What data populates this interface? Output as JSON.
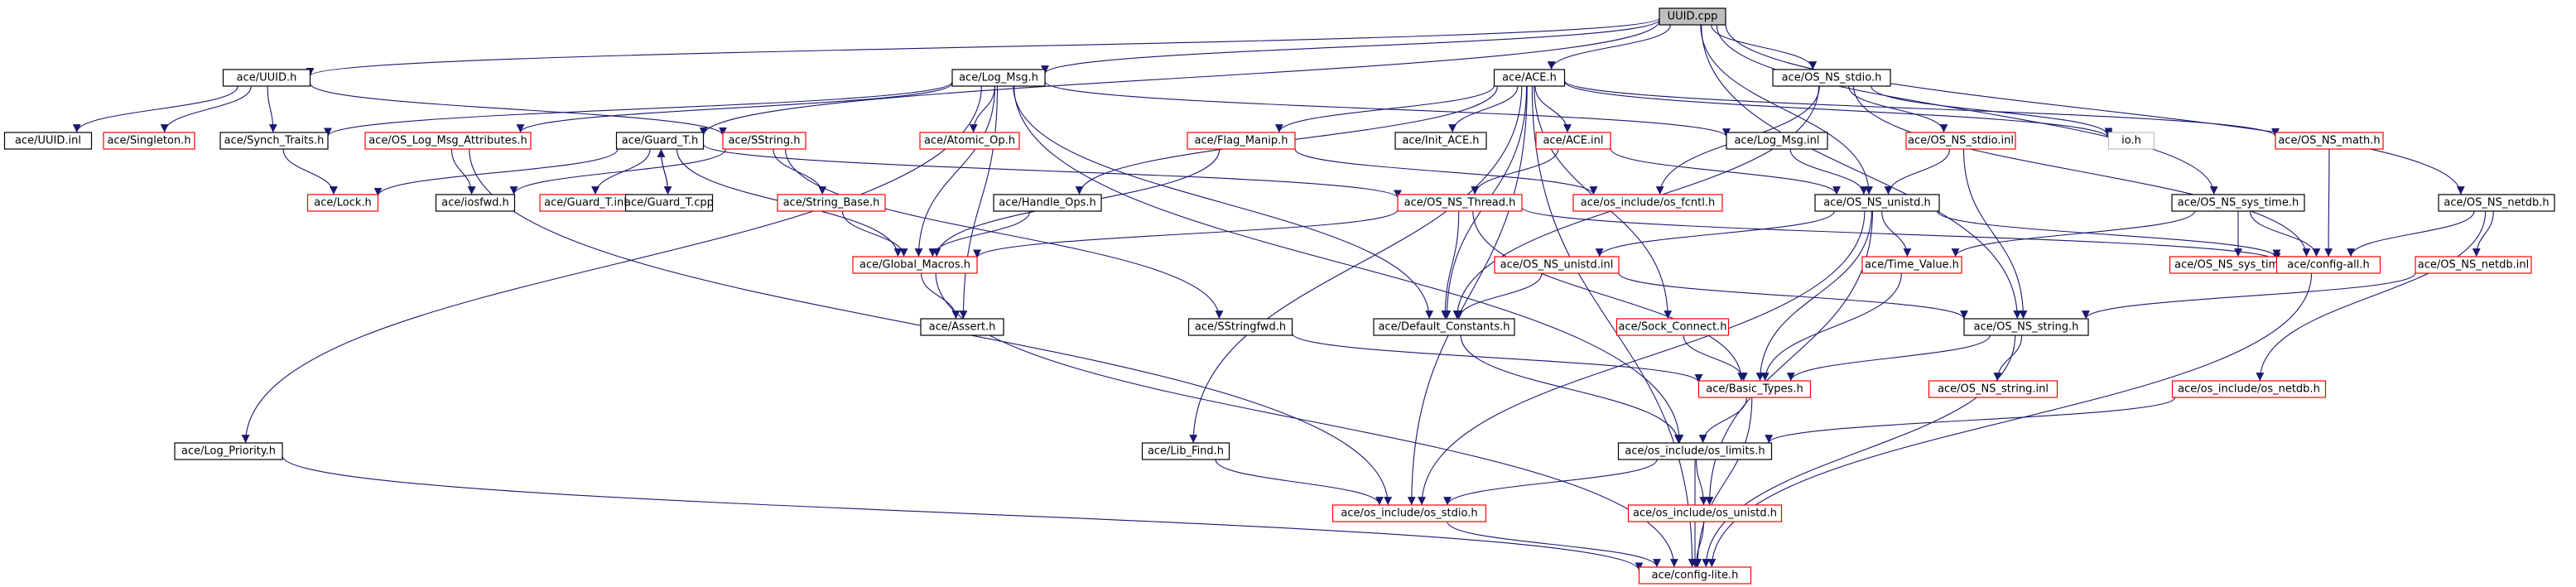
{
  "colors": {
    "edge": "#191970",
    "documented_border": "#000000",
    "undocumented_border": "#ff0000",
    "root_fill": "#bfbfbf"
  },
  "nodes": [
    {
      "id": "uuid_cpp",
      "label": "UUID.cpp",
      "style": "root"
    },
    {
      "id": "uuid_h",
      "label": "ace/UUID.h",
      "style": "doc"
    },
    {
      "id": "uuid_inl",
      "label": "ace/UUID.inl",
      "style": "doc"
    },
    {
      "id": "singleton_h",
      "label": "ace/Singleton.h",
      "style": "undoc"
    },
    {
      "id": "synch_traits_h",
      "label": "ace/Synch_Traits.h",
      "style": "doc"
    },
    {
      "id": "log_msg_h",
      "label": "ace/Log_Msg.h",
      "style": "doc"
    },
    {
      "id": "log_priority_h",
      "label": "ace/Log_Priority.h",
      "style": "doc"
    },
    {
      "id": "os_log_msg_attr_h",
      "label": "ace/OS_Log_Msg_Attributes.h",
      "style": "undoc"
    },
    {
      "id": "guard_t_h",
      "label": "ace/Guard_T.h",
      "style": "doc"
    },
    {
      "id": "sstring_h",
      "label": "ace/SString.h",
      "style": "undoc"
    },
    {
      "id": "atomic_op_h",
      "label": "ace/Atomic_Op.h",
      "style": "undoc"
    },
    {
      "id": "ace_h",
      "label": "ace/ACE.h",
      "style": "doc"
    },
    {
      "id": "init_ace_h",
      "label": "ace/Init_ACE.h",
      "style": "doc"
    },
    {
      "id": "ace_inl",
      "label": "ace/ACE.inl",
      "style": "undoc"
    },
    {
      "id": "flag_manip_h",
      "label": "ace/Flag_Manip.h",
      "style": "undoc"
    },
    {
      "id": "log_msg_inl",
      "label": "ace/Log_Msg.inl",
      "style": "doc"
    },
    {
      "id": "os_ns_stdio_h",
      "label": "ace/OS_NS_stdio.h",
      "style": "doc"
    },
    {
      "id": "os_ns_stdio_inl",
      "label": "ace/OS_NS_stdio.inl",
      "style": "undoc"
    },
    {
      "id": "io_h",
      "label": "io.h",
      "style": "gray"
    },
    {
      "id": "os_ns_math_h",
      "label": "ace/OS_NS_math.h",
      "style": "undoc"
    },
    {
      "id": "os_ns_sys_time_h",
      "label": "ace/OS_NS_sys_time.h",
      "style": "doc"
    },
    {
      "id": "os_ns_netdb_h",
      "label": "ace/OS_NS_netdb.h",
      "style": "doc"
    },
    {
      "id": "lock_h",
      "label": "ace/Lock.h",
      "style": "undoc"
    },
    {
      "id": "iosfwd_h",
      "label": "ace/iosfwd.h",
      "style": "doc"
    },
    {
      "id": "guard_t_inl",
      "label": "ace/Guard_T.inl",
      "style": "undoc"
    },
    {
      "id": "guard_t_cpp",
      "label": "ace/Guard_T.cpp",
      "style": "doc"
    },
    {
      "id": "string_base_h",
      "label": "ace/String_Base.h",
      "style": "undoc"
    },
    {
      "id": "handle_ops_h",
      "label": "ace/Handle_Ops.h",
      "style": "doc"
    },
    {
      "id": "os_ns_thread_h",
      "label": "ace/OS_NS_Thread.h",
      "style": "undoc"
    },
    {
      "id": "os_include_fcntl_h",
      "label": "ace/os_include/os_fcntl.h",
      "style": "undoc"
    },
    {
      "id": "os_ns_unistd_h",
      "label": "ace/OS_NS_unistd.h",
      "style": "doc"
    },
    {
      "id": "os_ns_sys_time_inl",
      "label": "ace/OS_NS_sys_time.inl",
      "style": "undoc"
    },
    {
      "id": "config_all_h",
      "label": "ace/config-all.h",
      "style": "undoc"
    },
    {
      "id": "os_ns_netdb_inl",
      "label": "ace/OS_NS_netdb.inl",
      "style": "undoc"
    },
    {
      "id": "global_macros_h",
      "label": "ace/Global_Macros.h",
      "style": "undoc"
    },
    {
      "id": "os_ns_unistd_inl",
      "label": "ace/OS_NS_unistd.inl",
      "style": "undoc"
    },
    {
      "id": "time_value_h",
      "label": "ace/Time_Value.h",
      "style": "undoc"
    },
    {
      "id": "assert_h",
      "label": "ace/Assert.h",
      "style": "doc"
    },
    {
      "id": "sstringfwd_h",
      "label": "ace/SStringfwd.h",
      "style": "doc"
    },
    {
      "id": "default_constants_h",
      "label": "ace/Default_Constants.h",
      "style": "doc"
    },
    {
      "id": "sock_connect_h",
      "label": "ace/Sock_Connect.h",
      "style": "undoc"
    },
    {
      "id": "os_ns_string_h",
      "label": "ace/OS_NS_string.h",
      "style": "doc"
    },
    {
      "id": "basic_types_h",
      "label": "ace/Basic_Types.h",
      "style": "undoc"
    },
    {
      "id": "os_ns_string_inl",
      "label": "ace/OS_NS_string.inl",
      "style": "undoc"
    },
    {
      "id": "os_include_netdb_h",
      "label": "ace/os_include/os_netdb.h",
      "style": "undoc"
    },
    {
      "id": "lib_find_h",
      "label": "ace/Lib_Find.h",
      "style": "doc"
    },
    {
      "id": "os_include_limits_h",
      "label": "ace/os_include/os_limits.h",
      "style": "doc"
    },
    {
      "id": "os_include_stdio_h",
      "label": "ace/os_include/os_stdio.h",
      "style": "undoc"
    },
    {
      "id": "os_include_unistd_h",
      "label": "ace/os_include/os_unistd.h",
      "style": "undoc"
    },
    {
      "id": "config_lite_h",
      "label": "ace/config-lite.h",
      "style": "undoc"
    }
  ],
  "edges": [
    [
      "uuid_cpp",
      "uuid_h"
    ],
    [
      "uuid_cpp",
      "log_msg_h"
    ],
    [
      "uuid_cpp",
      "guard_t_h"
    ],
    [
      "uuid_cpp",
      "ace_h"
    ],
    [
      "uuid_cpp",
      "os_ns_stdio_h"
    ],
    [
      "uuid_cpp",
      "os_ns_sys_time_h"
    ],
    [
      "uuid_cpp",
      "os_ns_netdb_h"
    ],
    [
      "uuid_cpp",
      "os_ns_string_h"
    ],
    [
      "uuid_cpp",
      "os_ns_unistd_h"
    ],
    [
      "uuid_h",
      "uuid_inl"
    ],
    [
      "uuid_h",
      "singleton_h"
    ],
    [
      "uuid_h",
      "synch_traits_h"
    ],
    [
      "uuid_h",
      "sstring_h"
    ],
    [
      "log_msg_h",
      "log_priority_h"
    ],
    [
      "log_msg_h",
      "os_log_msg_attr_h"
    ],
    [
      "log_msg_h",
      "synch_traits_h"
    ],
    [
      "log_msg_h",
      "atomic_op_h"
    ],
    [
      "log_msg_h",
      "global_macros_h"
    ],
    [
      "log_msg_h",
      "assert_h"
    ],
    [
      "log_msg_h",
      "default_constants_h"
    ],
    [
      "log_msg_h",
      "log_msg_inl"
    ],
    [
      "log_msg_h",
      "os_include_limits_h"
    ],
    [
      "os_log_msg_attr_h",
      "iosfwd_h"
    ],
    [
      "os_log_msg_attr_h",
      "os_include_stdio_h"
    ],
    [
      "synch_traits_h",
      "lock_h"
    ],
    [
      "guard_t_h",
      "lock_h"
    ],
    [
      "guard_t_h",
      "guard_t_inl"
    ],
    [
      "guard_t_h",
      "guard_t_cpp"
    ],
    [
      "guard_t_h",
      "global_macros_h"
    ],
    [
      "guard_t_h",
      "os_ns_thread_h"
    ],
    [
      "guard_t_cpp",
      "guard_t_h"
    ],
    [
      "sstring_h",
      "iosfwd_h"
    ],
    [
      "sstring_h",
      "string_base_h"
    ],
    [
      "sstring_h",
      "sstringfwd_h"
    ],
    [
      "ace_h",
      "init_ace_h"
    ],
    [
      "ace_h",
      "ace_inl"
    ],
    [
      "ace_h",
      "flag_manip_h"
    ],
    [
      "ace_h",
      "handle_ops_h"
    ],
    [
      "ace_h",
      "lib_find_h"
    ],
    [
      "ace_h",
      "default_constants_h"
    ],
    [
      "ace_h",
      "sock_connect_h"
    ],
    [
      "ace_h",
      "os_include_stdio_h"
    ],
    [
      "ace_h",
      "io_h"
    ],
    [
      "ace_h",
      "os_ns_math_h"
    ],
    [
      "ace_h",
      "config_lite_h"
    ],
    [
      "ace_inl",
      "os_ns_thread_h"
    ],
    [
      "ace_inl",
      "os_ns_unistd_h"
    ],
    [
      "flag_manip_h",
      "os_include_fcntl_h"
    ],
    [
      "flag_manip_h",
      "global_macros_h"
    ],
    [
      "log_msg_inl",
      "os_ns_unistd_h"
    ],
    [
      "os_ns_stdio_h",
      "os_ns_stdio_inl"
    ],
    [
      "os_ns_stdio_h",
      "io_h"
    ],
    [
      "os_ns_stdio_h",
      "config_all_h"
    ],
    [
      "os_ns_stdio_h",
      "os_include_fcntl_h"
    ],
    [
      "os_ns_stdio_h",
      "default_constants_h"
    ],
    [
      "os_ns_stdio_inl",
      "os_ns_unistd_h"
    ],
    [
      "os_ns_stdio_inl",
      "os_ns_string_h"
    ],
    [
      "os_ns_math_h",
      "config_all_h"
    ],
    [
      "os_ns_sys_time_h",
      "time_value_h"
    ],
    [
      "os_ns_sys_time_h",
      "os_ns_sys_time_inl"
    ],
    [
      "os_ns_sys_time_h",
      "config_all_h"
    ],
    [
      "os_ns_netdb_h",
      "config_all_h"
    ],
    [
      "os_ns_netdb_h",
      "os_ns_netdb_inl"
    ],
    [
      "os_ns_netdb_h",
      "os_include_netdb_h"
    ],
    [
      "os_ns_netdb_inl",
      "os_ns_string_h"
    ],
    [
      "handle_ops_h",
      "global_macros_h"
    ],
    [
      "string_base_h",
      "global_macros_h"
    ],
    [
      "os_ns_thread_h",
      "global_macros_h"
    ],
    [
      "os_ns_thread_h",
      "default_constants_h"
    ],
    [
      "os_ns_thread_h",
      "config_all_h"
    ],
    [
      "os_ns_thread_h",
      "basic_types_h"
    ],
    [
      "os_ns_unistd_h",
      "os_ns_unistd_inl"
    ],
    [
      "os_ns_unistd_h",
      "time_value_h"
    ],
    [
      "os_ns_unistd_h",
      "config_all_h"
    ],
    [
      "os_ns_unistd_h",
      "basic_types_h"
    ],
    [
      "os_ns_unistd_h",
      "os_include_stdio_h"
    ],
    [
      "os_ns_unistd_h",
      "os_include_unistd_h"
    ],
    [
      "os_ns_unistd_inl",
      "default_constants_h"
    ],
    [
      "os_ns_unistd_inl",
      "os_ns_string_h"
    ],
    [
      "time_value_h",
      "basic_types_h"
    ],
    [
      "config_all_h",
      "config_lite_h"
    ],
    [
      "global_macros_h",
      "assert_h"
    ],
    [
      "global_macros_h",
      "config_lite_h"
    ],
    [
      "sstringfwd_h",
      "basic_types_h"
    ],
    [
      "default_constants_h",
      "os_include_limits_h"
    ],
    [
      "sock_connect_h",
      "basic_types_h"
    ],
    [
      "os_ns_string_h",
      "basic_types_h"
    ],
    [
      "os_ns_string_h",
      "os_ns_string_inl"
    ],
    [
      "os_ns_string_h",
      "config_lite_h"
    ],
    [
      "basic_types_h",
      "os_include_limits_h"
    ],
    [
      "basic_types_h",
      "config_lite_h"
    ],
    [
      "os_include_netdb_h",
      "os_include_limits_h"
    ],
    [
      "lib_find_h",
      "os_include_stdio_h"
    ],
    [
      "os_include_limits_h",
      "os_include_stdio_h"
    ],
    [
      "os_include_limits_h",
      "os_include_unistd_h"
    ],
    [
      "os_include_limits_h",
      "config_lite_h"
    ],
    [
      "os_include_stdio_h",
      "config_lite_h"
    ],
    [
      "os_include_unistd_h",
      "config_lite_h"
    ],
    [
      "log_priority_h",
      "config_lite_h"
    ]
  ]
}
